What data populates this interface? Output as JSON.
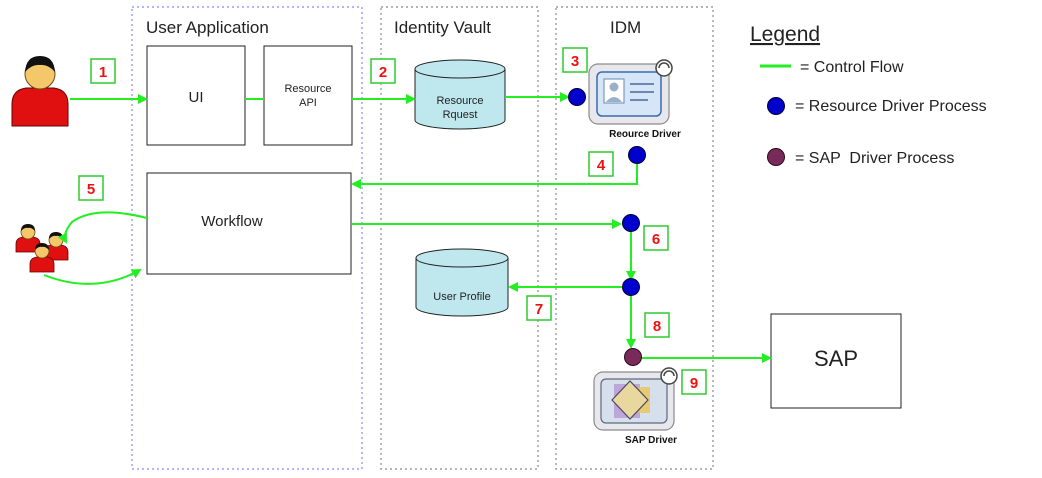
{
  "zones": {
    "user_app": "User Application",
    "identity_vault": "Identity Vault",
    "idm": "IDM"
  },
  "boxes": {
    "ui": "UI",
    "resource_api_line1": "Resource",
    "resource_api_line2": "API",
    "workflow": "Workflow",
    "sap": "SAP"
  },
  "stores": {
    "resource_request_line1": "Resource",
    "resource_request_line2": "Rquest",
    "user_profile": "User Profile"
  },
  "drivers": {
    "resource_driver": "Reource Driver",
    "sap_driver": "SAP Driver"
  },
  "steps": [
    "1",
    "2",
    "3",
    "4",
    "5",
    "6",
    "7",
    "8",
    "9"
  ],
  "legend": {
    "title": "Legend",
    "control_flow": "= Control Flow",
    "resource_process": "= Resource Driver Process",
    "sap_process": "= SAP  Driver Process"
  },
  "colors": {
    "flow": "#22ee22",
    "resource_process": "#0000cc",
    "sap_process": "#7a2a5a",
    "step_label": "#ee1111",
    "store_fill": "#bfe8ee",
    "person": "#e01010"
  }
}
